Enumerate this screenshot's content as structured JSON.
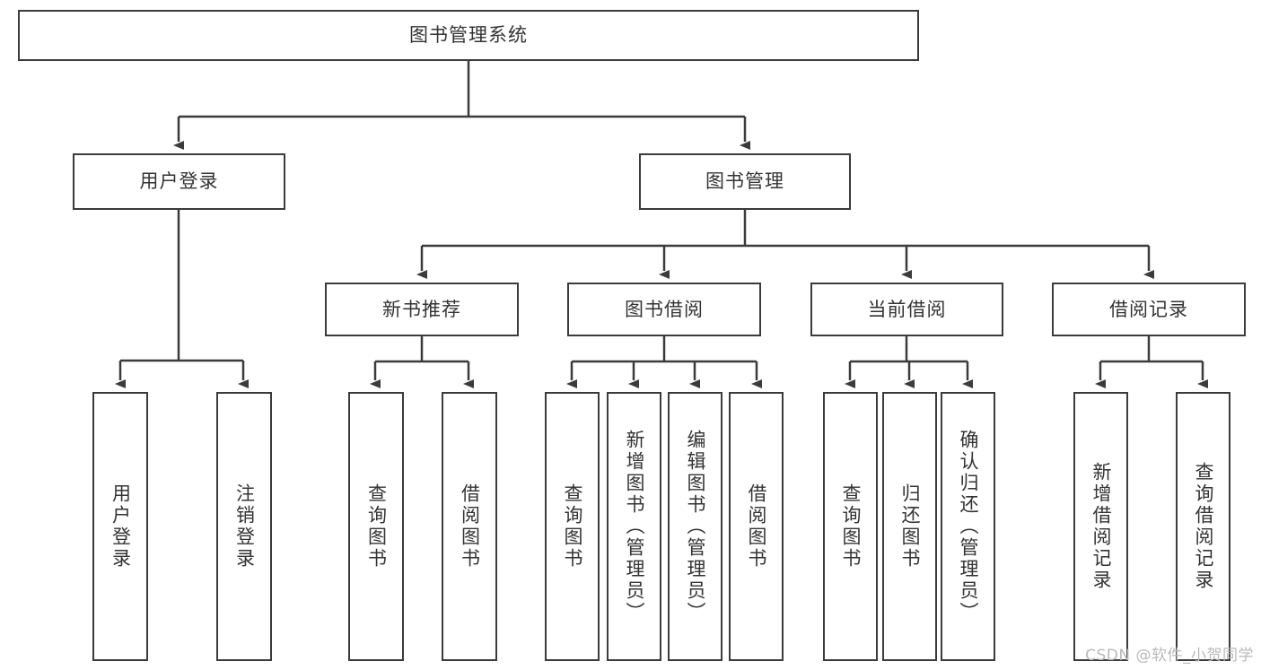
{
  "diagram": {
    "title": "图书管理系统",
    "type": "hierarchy-tree",
    "watermark": "CSDN @软件_小贺同学",
    "colors": {
      "stroke": "#3b3b3b",
      "fill": "#ffffff",
      "text": "#333333",
      "watermark": "#b9b9b9"
    },
    "root": {
      "label": "图书管理系统"
    },
    "level2": [
      {
        "label": "用户登录"
      },
      {
        "label": "图书管理"
      }
    ],
    "level3": [
      {
        "label": "新书推荐"
      },
      {
        "label": "图书借阅"
      },
      {
        "label": "当前借阅"
      },
      {
        "label": "借阅记录"
      }
    ],
    "leaves": {
      "user_login": [
        {
          "label": "用户登录"
        },
        {
          "label": "注销登录"
        }
      ],
      "new_book_recommend": [
        {
          "label": "查询图书"
        },
        {
          "label": "借阅图书"
        }
      ],
      "book_borrow": [
        {
          "label": "查询图书"
        },
        {
          "label": "新增图书（管理员）"
        },
        {
          "label": "编辑图书（管理员）"
        },
        {
          "label": "借阅图书"
        }
      ],
      "current_borrow": [
        {
          "label": "查询图书"
        },
        {
          "label": "归还图书"
        },
        {
          "label": "确认归还（管理员）"
        }
      ],
      "borrow_record": [
        {
          "label": "新增借阅记录"
        },
        {
          "label": "查询借阅记录"
        }
      ]
    }
  }
}
